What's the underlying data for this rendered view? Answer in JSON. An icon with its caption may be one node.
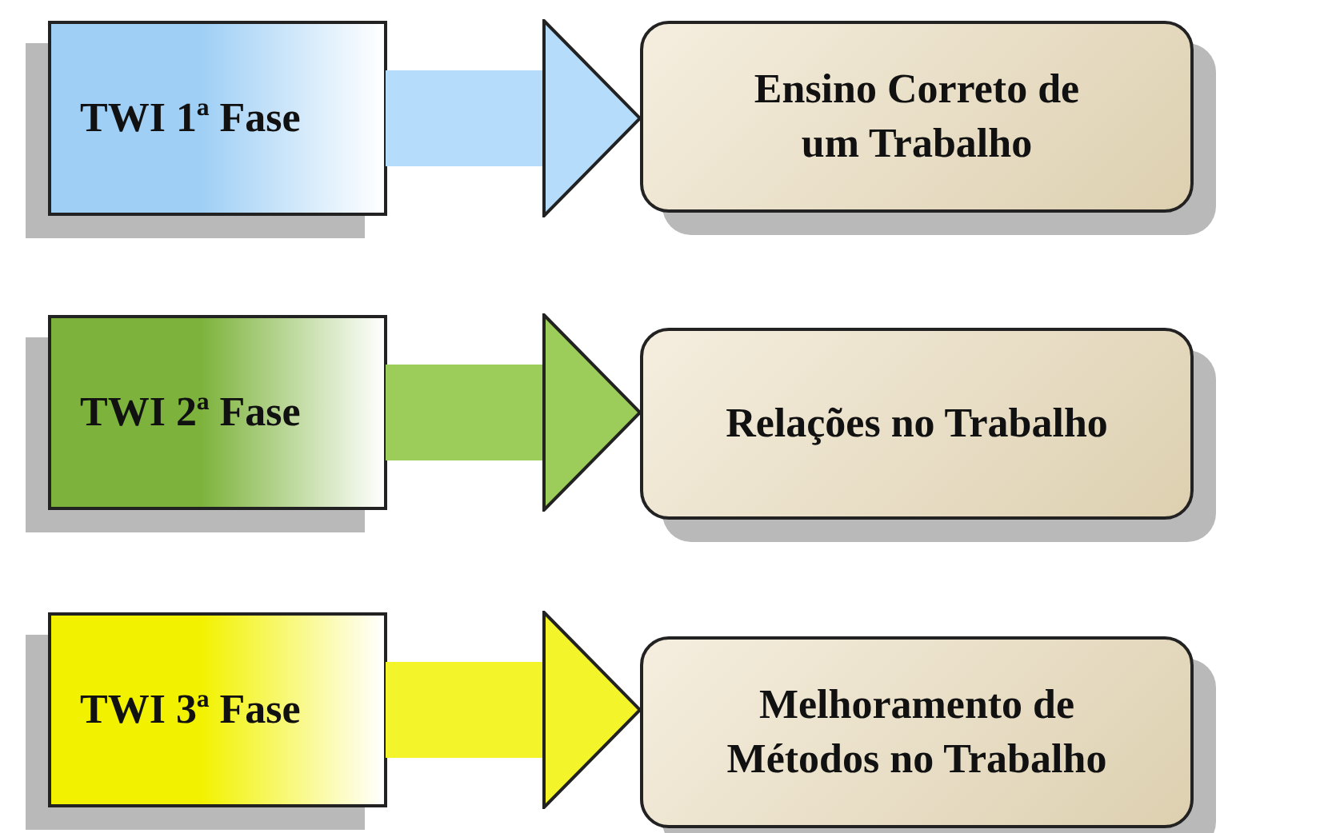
{
  "diagram": {
    "nodes": [
      {
        "text": [
          "TWI 1ª Fase"
        ]
      },
      {
        "text": [
          "Ensino Correto de um Trabalho"
        ]
      },
      {
        "text": [
          "TWI 2ª Fase"
        ]
      },
      {
        "text": [
          "Relações no Trabalho"
        ]
      },
      {
        "text": [
          "TWI 3ª Fase"
        ]
      },
      {
        "text": [
          "Melhoramento de Métodos no Trabalho"
        ]
      }
    ],
    "edges": [
      {
        "from": 0,
        "to": 1,
        "arrow": "to",
        "color": "#b5dcfa"
      },
      {
        "from": 2,
        "to": 3,
        "arrow": "to",
        "color": "#9ccc5a"
      },
      {
        "from": 4,
        "to": 5,
        "arrow": "to",
        "color": "#f4f42a"
      }
    ]
  }
}
